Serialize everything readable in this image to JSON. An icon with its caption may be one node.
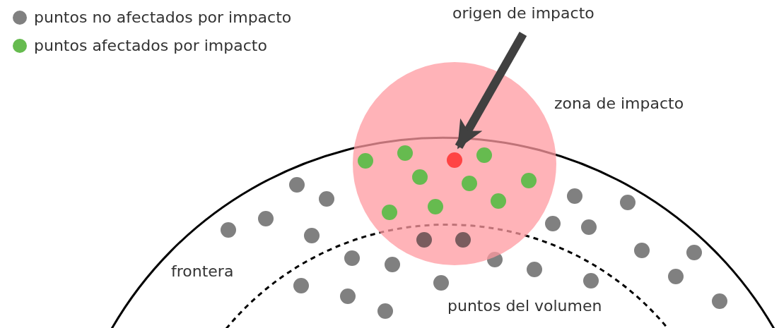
{
  "diagram": {
    "nodes": [
      {
        "text": [
          "origen de impacto"
        ]
      },
      {
        "text": [],
        "shape": "circle"
      }
    ],
    "edges": [
      {
        "from": 0,
        "to": 1,
        "arrow": "to",
        "color": "#404040"
      }
    ],
    "labels": [
      "zona de impacto",
      "frontera",
      "puntos del volumen"
    ],
    "legend": [
      {
        "text": "puntos no afectados por impacto",
        "color": "#808080"
      },
      {
        "text": "puntos afectados por impacto",
        "color": "#66bb4f"
      }
    ]
  }
}
